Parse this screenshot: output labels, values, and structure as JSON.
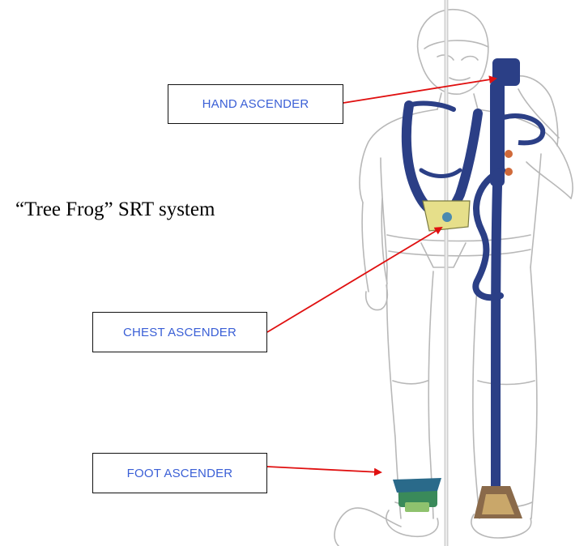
{
  "caption": "“Tree Frog” SRT system",
  "labels": {
    "hand": "HAND ASCENDER",
    "chest": "CHEST ASCENDER",
    "foot": "FOOT ASCENDER"
  },
  "colors": {
    "label_text": "#3a5fd6",
    "arrow": "#e01010",
    "sketch": "#b8b8b8",
    "strap": "#2b3f86",
    "chest_device": "#e6df8a",
    "foot_device": "#3a8a5a"
  }
}
